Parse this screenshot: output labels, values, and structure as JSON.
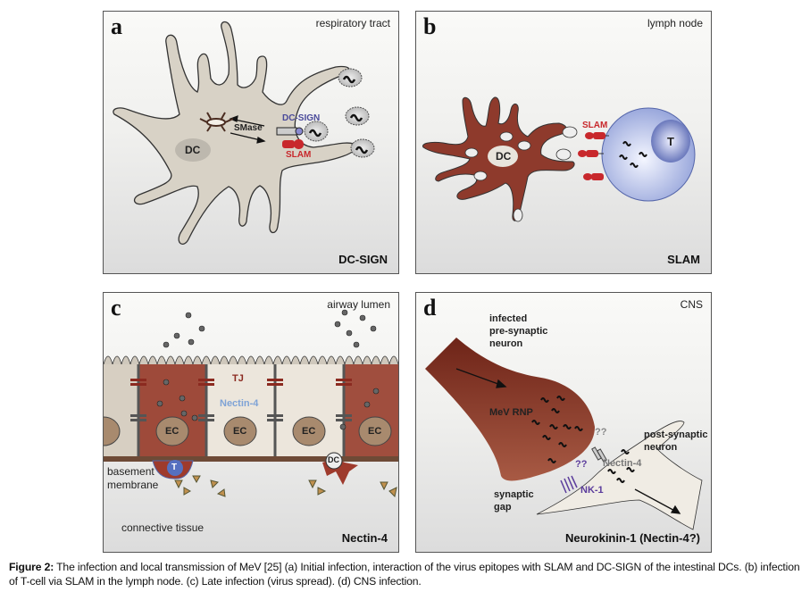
{
  "figure": {
    "panels": [
      {
        "letter": "a",
        "location": "respiratory tract",
        "receptor": "DC-SIGN",
        "labels": {
          "cell": "DC",
          "enzyme": "SMase",
          "receptor1": "DC-SIGN",
          "receptor2": "SLAM"
        }
      },
      {
        "letter": "b",
        "location": "lymph node",
        "receptor": "SLAM",
        "labels": {
          "cell": "DC",
          "receptor": "SLAM",
          "tcell": "T"
        }
      },
      {
        "letter": "c",
        "location": "airway lumen",
        "receptor": "Nectin-4",
        "labels": {
          "tj": "TJ",
          "nectin": "Nectin-4",
          "ec": "EC",
          "tcell": "T",
          "dc": "DC",
          "basement": "basement",
          "membrane": "membrane",
          "tissue": "connective tissue"
        }
      },
      {
        "letter": "d",
        "location": "CNS",
        "receptor": "Neurokinin-1 (Nectin-4?)",
        "labels": {
          "pre1": "infected",
          "pre2": "pre-synaptic",
          "pre3": "neuron",
          "rnp": "MeV RNP",
          "post1": "post-synaptic",
          "post2": "neuron",
          "q1": "??",
          "q2": "??",
          "nectin": "Nectin-4",
          "nk": "NK-1",
          "gap1": "synaptic",
          "gap2": "gap"
        }
      }
    ],
    "caption": {
      "label": "Figure 2:",
      "text": " The infection and local transmission of MeV [25] (a) Initial infection, interaction of the virus epitopes with SLAM and DC-SIGN of the intestinal DCs. (b) infection of T-cell via SLAM in the lymph node. (c) Late infection (virus spread). (d) CNS infection."
    },
    "colors": {
      "dc_beige": "#d8d2c6",
      "infected_red": "#8e3a2c",
      "slam_red": "#c8282c",
      "dcsign_blue": "#4a4a9a",
      "tcell_blue": "#b8c2ea",
      "nectin_blue": "#7fa3d6",
      "nk1_purple": "#5b3c9c"
    }
  }
}
